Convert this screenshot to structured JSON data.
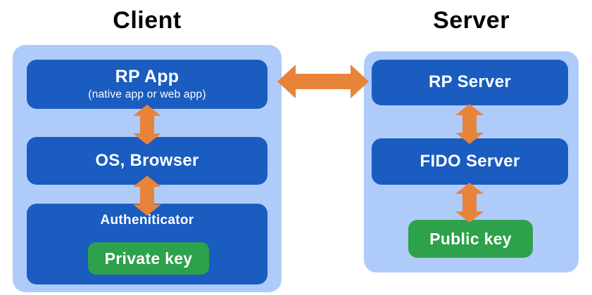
{
  "colors": {
    "container": "#AECBFA",
    "box": "#1A5CBF",
    "arrow": "#E8833A",
    "key": "#2DA14B",
    "title_text": "#000000",
    "box_text": "#FFFFFF"
  },
  "client": {
    "title": "Client",
    "rp_app": {
      "label": "RP App",
      "sublabel": "(native app or web app)"
    },
    "os_browser": {
      "label": "OS, Browser"
    },
    "authenticator": {
      "label": "Autheniticator"
    },
    "private_key": {
      "label": "Private key"
    }
  },
  "server": {
    "title": "Server",
    "rp_server": {
      "label": "RP Server"
    },
    "fido_server": {
      "label": "FIDO Server"
    },
    "public_key": {
      "label": "Public key"
    }
  },
  "arrows": [
    "client-server-bidirectional",
    "rp-app-to-os-browser-bidirectional",
    "os-browser-to-authenticator-bidirectional",
    "rp-server-to-fido-server-bidirectional",
    "fido-server-to-public-key-bidirectional"
  ]
}
